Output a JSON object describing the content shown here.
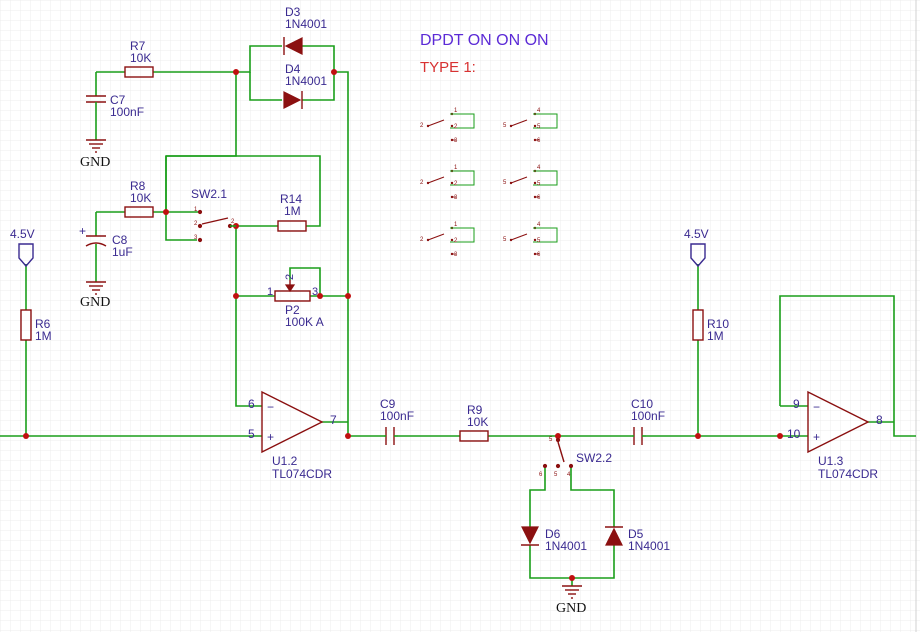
{
  "notes": {
    "title": "DPDT ON ON ON",
    "type": "TYPE 1:"
  },
  "colors": {
    "wire": "#1a9e1a",
    "component": "#8b1010",
    "label": "#3a2a90",
    "grid": "#e6e6e6",
    "junction": "#c01010"
  },
  "rails": {
    "v45": "4.5V",
    "gnd": "GND"
  },
  "labels": {
    "R7": "R7",
    "R7v": "10K",
    "C7": "C7",
    "C7v": "100nF",
    "R8": "R8",
    "R8v": "10K",
    "C8": "C8",
    "C8v": "1uF",
    "C8pol": "+",
    "D3": "D3",
    "D3v": "1N4001",
    "D4": "D4",
    "D4v": "1N4001",
    "SW21": "SW2.1",
    "R14": "R14",
    "R14v": "1M",
    "P2": "P2",
    "P2v": "100K A",
    "P2p1": "1",
    "P2p2": "2",
    "P2p3": "3",
    "R6": "R6",
    "R6v": "1M",
    "U12": "U1.2",
    "U12v": "TL074CDR",
    "U12p6": "6",
    "U12p5": "5",
    "U12p7": "7",
    "C9": "C9",
    "C9v": "100nF",
    "R9": "R9",
    "R9v": "10K",
    "C10": "C10",
    "C10v": "100nF",
    "SW22": "SW2.2",
    "D6": "D6",
    "D6v": "1N4001",
    "D5": "D5",
    "D5v": "1N4001",
    "R10": "R10",
    "R10v": "1M",
    "U13": "U1.3",
    "U13v": "TL074CDR",
    "U13p9": "9",
    "U13p10": "10",
    "U13p8": "8",
    "minus": "−",
    "plus": "+"
  },
  "switch_pins": {
    "p1": "1",
    "p2": "2",
    "p3": "3",
    "p4": "4",
    "p5": "5",
    "p6": "6"
  }
}
